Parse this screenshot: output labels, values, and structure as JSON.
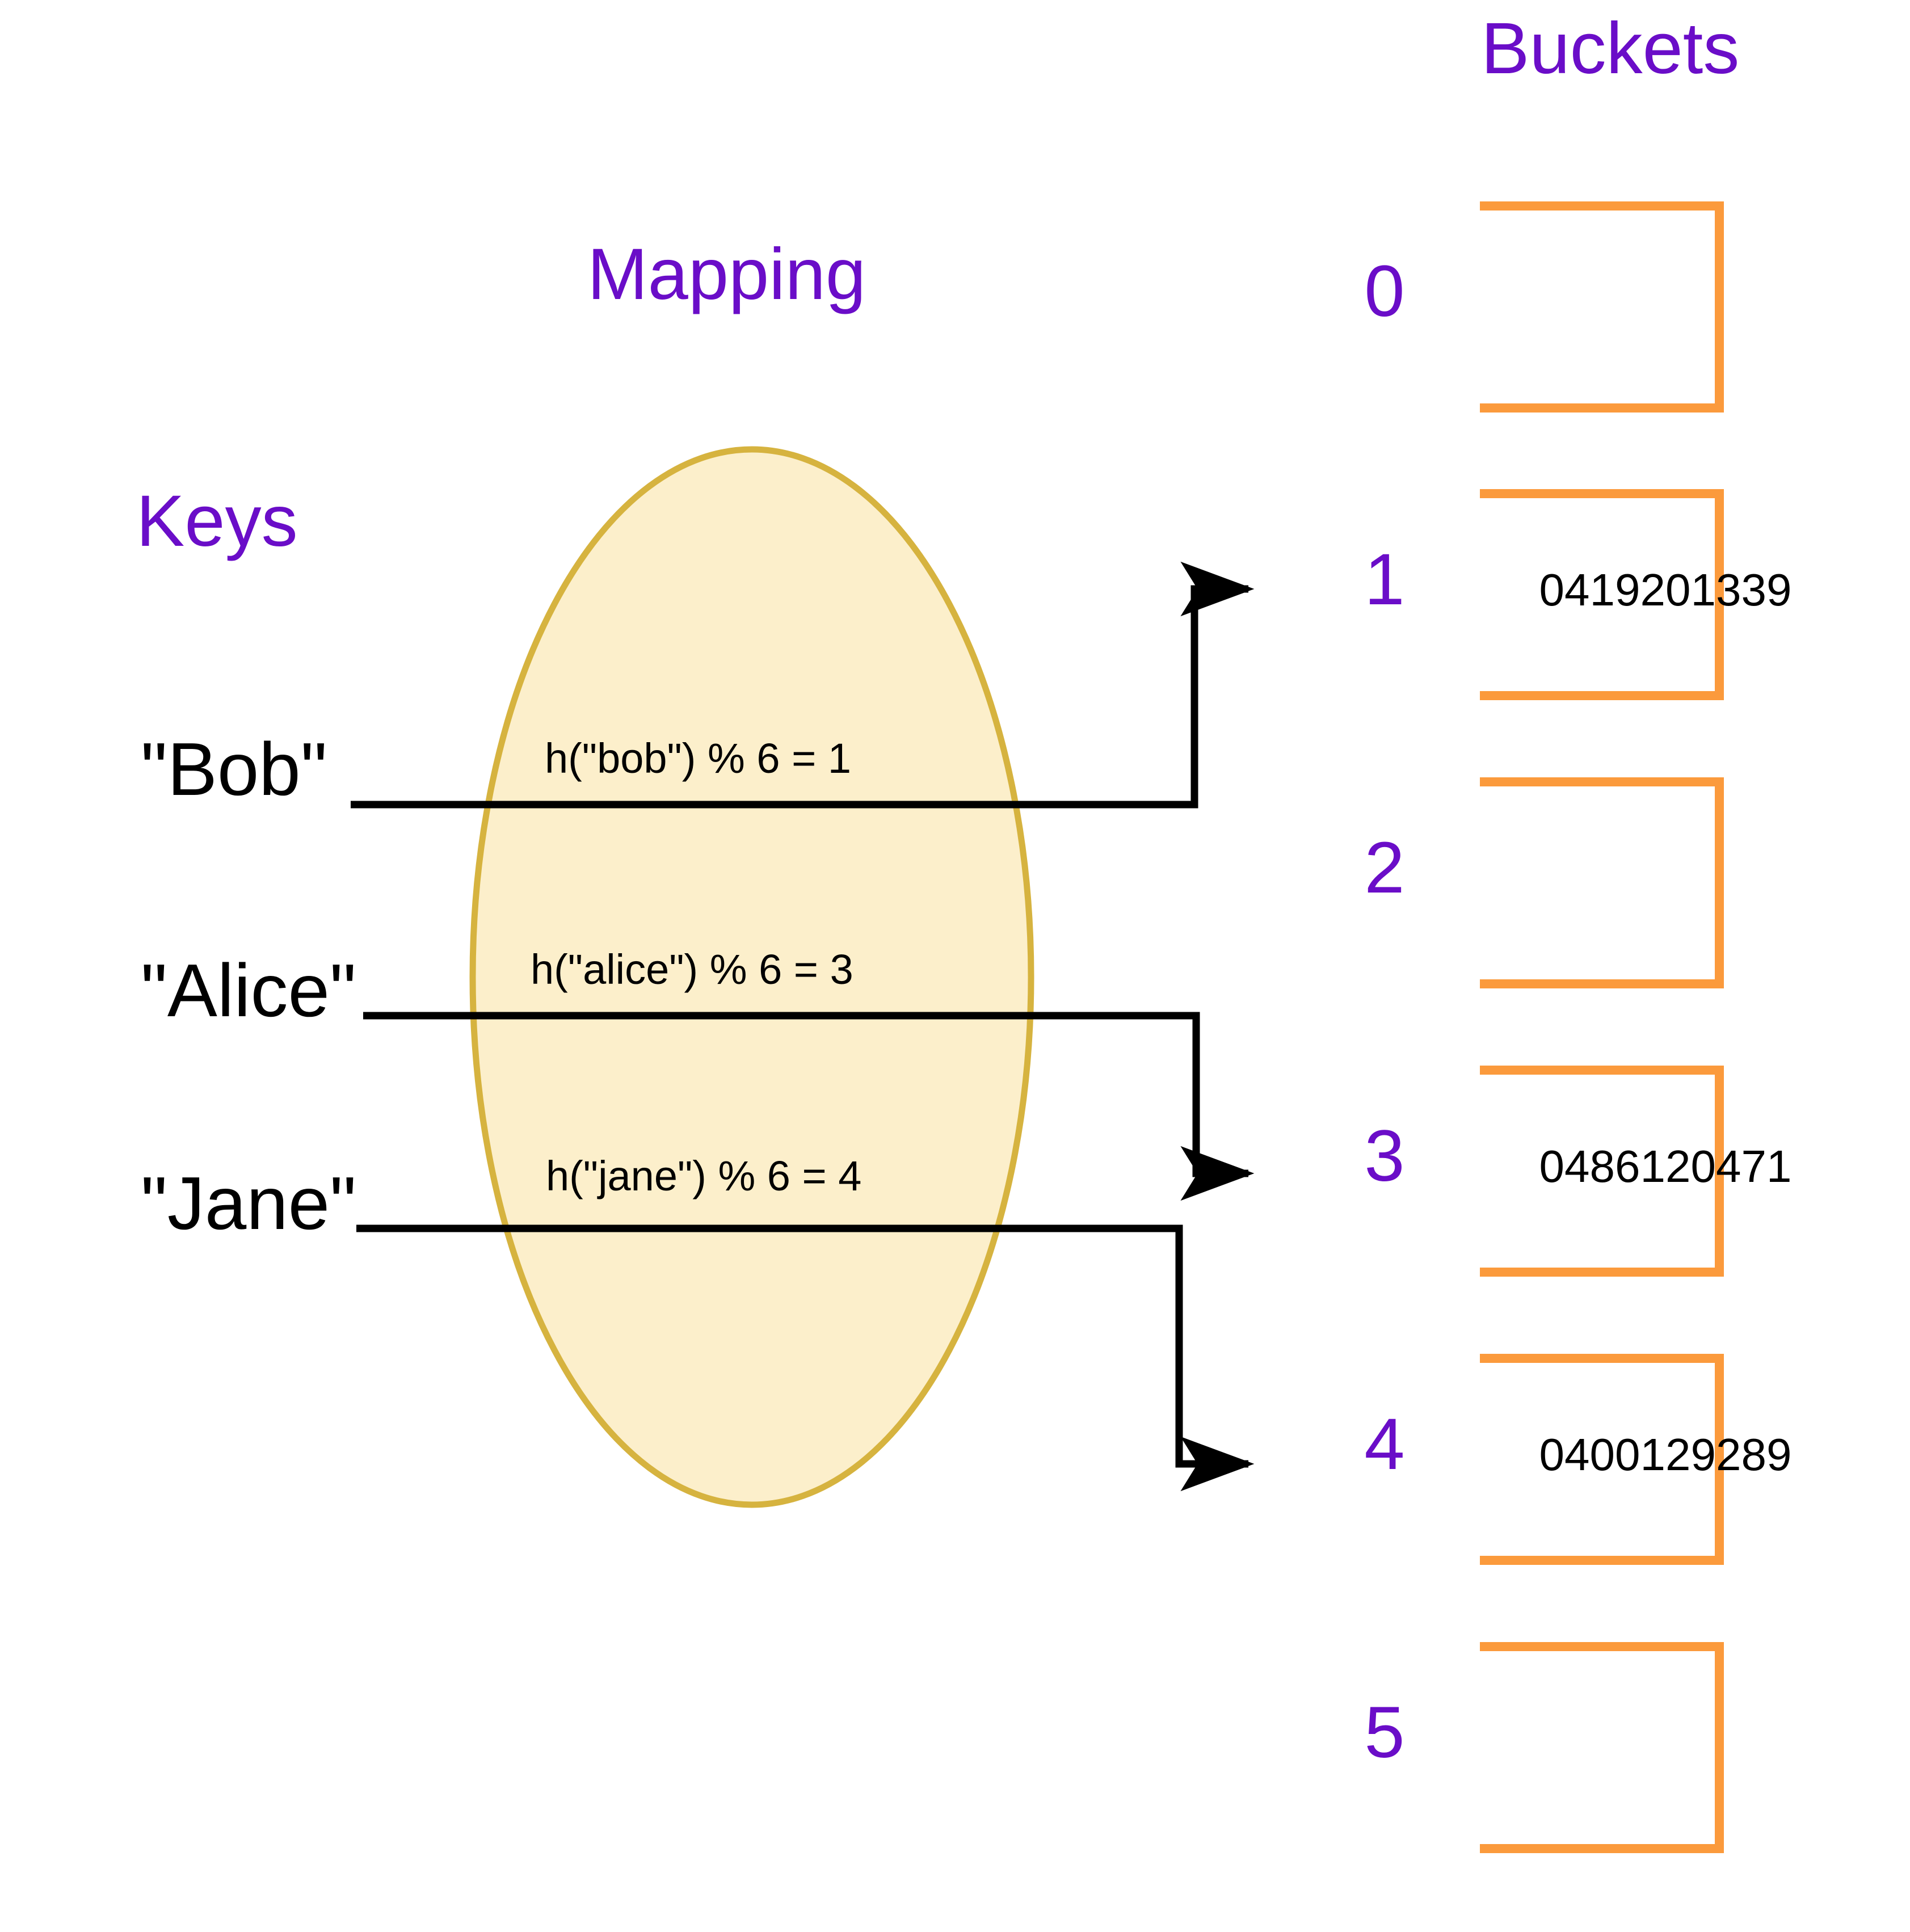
{
  "diagram": {
    "title_keys": "Keys",
    "title_mapping": "Mapping",
    "title_buckets": "Buckets",
    "colors": {
      "heading_purple": "#6A0DC8",
      "bucket_orange": "#FB9A3C",
      "ellipse_fill": "#FCEFCB",
      "ellipse_stroke": "#D6B33F",
      "text_black": "#000000",
      "background": "#FFFFFF"
    }
  },
  "keys": [
    {
      "label": "\"Bob\"",
      "formula": "h(\"bob\") % 6 = 1",
      "bucket": "1"
    },
    {
      "label": "\"Alice\"",
      "formula": "h(\"alice\") % 6 = 3",
      "bucket": "3"
    },
    {
      "label": "\"Jane\"",
      "formula": "h(\"jane\") % 6 = 4",
      "bucket": "4"
    }
  ],
  "buckets": [
    {
      "index": "0",
      "value": ""
    },
    {
      "index": "1",
      "value": "0419201339"
    },
    {
      "index": "2",
      "value": ""
    },
    {
      "index": "3",
      "value": "0486120471"
    },
    {
      "index": "4",
      "value": "0400129289"
    },
    {
      "index": "5",
      "value": ""
    }
  ]
}
